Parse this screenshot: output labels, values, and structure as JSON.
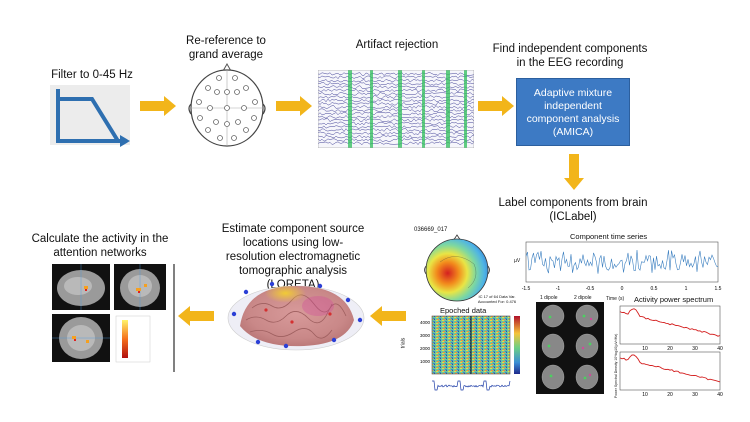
{
  "steps": {
    "filter": {
      "label": "Filter to 0-45 Hz"
    },
    "reref": {
      "label": "Re-reference to grand average"
    },
    "artifact": {
      "label": "Artifact rejection"
    },
    "ica": {
      "label": "Find independent components in the EEG recording",
      "box_text": "Adaptive mixture independent component analysis (AMICA)"
    },
    "iclabel": {
      "label": "Label components from brain (ICLabel)"
    },
    "loreta": {
      "label": "Estimate component source locations using low-resolution electromagnetic tomographic analysis (LORETA)"
    },
    "attention": {
      "label": "Calculate the activity in the attention networks"
    }
  },
  "iclabel_panel": {
    "component_id": "036669_017",
    "time_series_title": "Component time series",
    "time_series_ylabel": "µV",
    "time_series_xlabel": "Time (s)",
    "time_series_ticks": [
      "-1.5",
      "-1",
      "-0.5",
      "0",
      "0.5",
      "1",
      "1.5"
    ],
    "epoched_title": "Epoched data",
    "epoched_ylabel": "trials",
    "epoched_yticks": [
      "4000",
      "3000",
      "2000",
      "1000"
    ],
    "epoched_info": "IC 17 of 64 Data Var. Accounted For: 0.476",
    "dipole_labels": [
      "1 dipole",
      "2 dipole"
    ],
    "spectrum_title": "Activity power spectrum",
    "spectrum_xticks": [
      "10",
      "20",
      "30",
      "40"
    ],
    "spectrum_ylabel": "Power Spectral Density 10*log10(µV²/Hz)"
  },
  "colors": {
    "accent_blue": "#2e6fb0",
    "arrow_orange": "#f2b51a",
    "box_fill": "#3d7ac4"
  }
}
